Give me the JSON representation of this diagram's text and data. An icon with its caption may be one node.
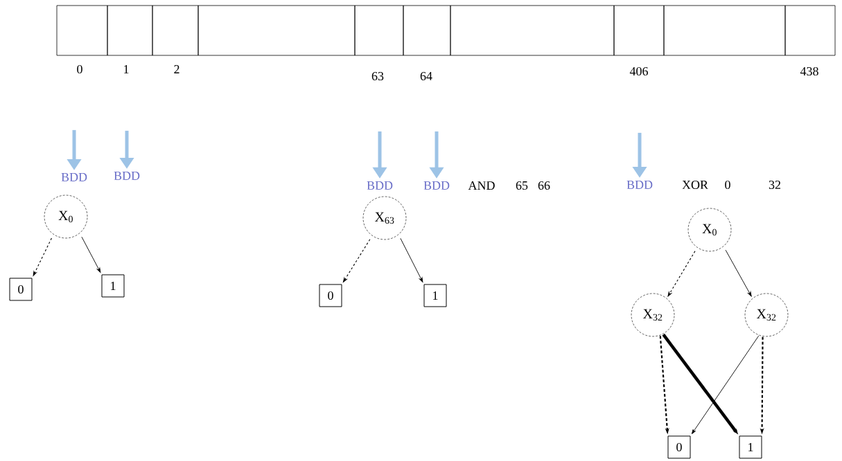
{
  "diagram": {
    "nodes": [
      {
        "text": [],
        "shape": "box",
        "beside": [
          "0"
        ]
      },
      {
        "text": [],
        "shape": "box",
        "beside": [
          "1"
        ]
      },
      {
        "text": [],
        "shape": "box",
        "beside": [
          "2"
        ]
      },
      {
        "text": [],
        "shape": "box"
      },
      {
        "text": [],
        "shape": "box",
        "beside": [
          "63"
        ]
      },
      {
        "text": [],
        "shape": "box",
        "beside": [
          "64"
        ]
      },
      {
        "text": [],
        "shape": "box"
      },
      {
        "text": [],
        "shape": "box",
        "beside": [
          "406"
        ]
      },
      {
        "text": [],
        "shape": "box"
      },
      {
        "text": [],
        "shape": "box",
        "beside": [
          "438"
        ]
      },
      {
        "text": [
          "BDD"
        ]
      },
      {
        "text": [
          "BDD"
        ]
      },
      {
        "text": [
          "BDD"
        ]
      },
      {
        "text": [
          "BDD"
        ]
      },
      {
        "text": [
          "BDD"
        ]
      },
      {
        "text": [
          "X$_{0}$"
        ]
      },
      {
        "text": [
          "0"
        ]
      },
      {
        "text": [
          "1"
        ]
      },
      {
        "text": [
          "X$_{63}$"
        ]
      },
      {
        "text": [
          "0"
        ]
      },
      {
        "text": [
          "1"
        ]
      },
      {
        "text": [
          "X$_{0}$"
        ]
      },
      {
        "text": [
          "X$_{32}$"
        ]
      },
      {
        "text": [
          "X$_{32}$"
        ]
      },
      {
        "text": [
          "0"
        ]
      },
      {
        "text": [
          "1"
        ]
      }
    ],
    "edges": [
      {
        "from": null,
        "to": 10,
        "arrow": "to",
        "style": "thick",
        "color": "#9dc3e6"
      },
      {
        "from": null,
        "to": 11,
        "arrow": "to",
        "style": "thick",
        "color": "#9dc3e6"
      },
      {
        "from": null,
        "to": 12,
        "arrow": "to",
        "style": "thick",
        "color": "#9dc3e6"
      },
      {
        "from": null,
        "to": 13,
        "arrow": "to",
        "style": "thick",
        "color": "#9dc3e6"
      },
      {
        "from": null,
        "to": 14,
        "arrow": "to",
        "style": "thick",
        "color": "#9dc3e6"
      },
      {
        "from": 15,
        "to": 16,
        "arrow": "to",
        "style": "dashed"
      },
      {
        "from": 15,
        "to": 17,
        "arrow": "to"
      },
      {
        "from": 18,
        "to": 19,
        "arrow": "to",
        "style": "dashed"
      },
      {
        "from": 18,
        "to": 20,
        "arrow": "to"
      },
      {
        "from": 21,
        "to": 22,
        "arrow": "to",
        "style": "dashed"
      },
      {
        "from": 21,
        "to": 23,
        "arrow": "to"
      },
      {
        "from": 22,
        "to": 24,
        "arrow": "to",
        "style": "dashed"
      },
      {
        "from": 22,
        "to": 25,
        "arrow": "to",
        "style": "thick"
      },
      {
        "from": 23,
        "to": 24,
        "arrow": "to"
      },
      {
        "from": 23,
        "to": 25,
        "arrow": "to",
        "style": "dashed"
      }
    ],
    "labels": [
      "AND",
      "65",
      "66",
      "XOR",
      "0",
      "32"
    ]
  }
}
